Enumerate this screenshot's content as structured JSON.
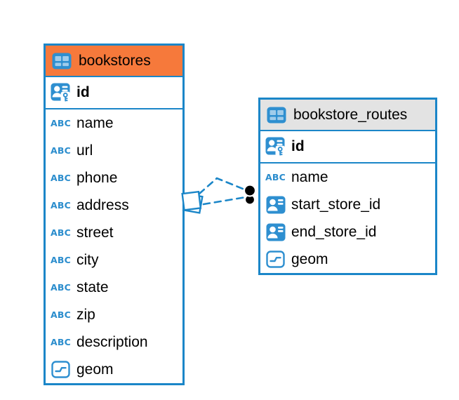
{
  "diagram": {
    "colors": {
      "background": "#ffffff",
      "table_border": "#1b86c8",
      "selected_header": "#f6793b",
      "default_header": "#e3e3e3",
      "icon_blue": "#2e8fd0",
      "type_icon_blue": "#2b8dcd",
      "relation_line": "#1b86c8",
      "relation_dot": "#000000",
      "text": "#000000"
    },
    "icons": {
      "text_type_glyph": "ABC"
    },
    "relationship": {
      "from_table": "bookstores",
      "to_table": "bookstore_routes",
      "line_style": "dashed",
      "line_count": 2,
      "from_marker": "diamond",
      "to_marker": "double-dot"
    },
    "tables": [
      {
        "name": "bookstores",
        "header_style": "selected",
        "columns": [
          {
            "name": "id",
            "icon": "primary-key-icon",
            "pk": true
          },
          {
            "name": "name",
            "icon": "text-type-icon"
          },
          {
            "name": "url",
            "icon": "text-type-icon"
          },
          {
            "name": "phone",
            "icon": "text-type-icon"
          },
          {
            "name": "address",
            "icon": "text-type-icon"
          },
          {
            "name": "street",
            "icon": "text-type-icon"
          },
          {
            "name": "city",
            "icon": "text-type-icon"
          },
          {
            "name": "state",
            "icon": "text-type-icon"
          },
          {
            "name": "zip",
            "icon": "text-type-icon"
          },
          {
            "name": "description",
            "icon": "text-type-icon"
          },
          {
            "name": "geom",
            "icon": "geometry-type-icon"
          }
        ]
      },
      {
        "name": "bookstore_routes",
        "header_style": "default",
        "columns": [
          {
            "name": "id",
            "icon": "primary-key-icon",
            "pk": true
          },
          {
            "name": "name",
            "icon": "text-type-icon"
          },
          {
            "name": "start_store_id",
            "icon": "foreign-key-icon"
          },
          {
            "name": "end_store_id",
            "icon": "foreign-key-icon"
          },
          {
            "name": "geom",
            "icon": "geometry-type-icon"
          }
        ]
      }
    ]
  }
}
